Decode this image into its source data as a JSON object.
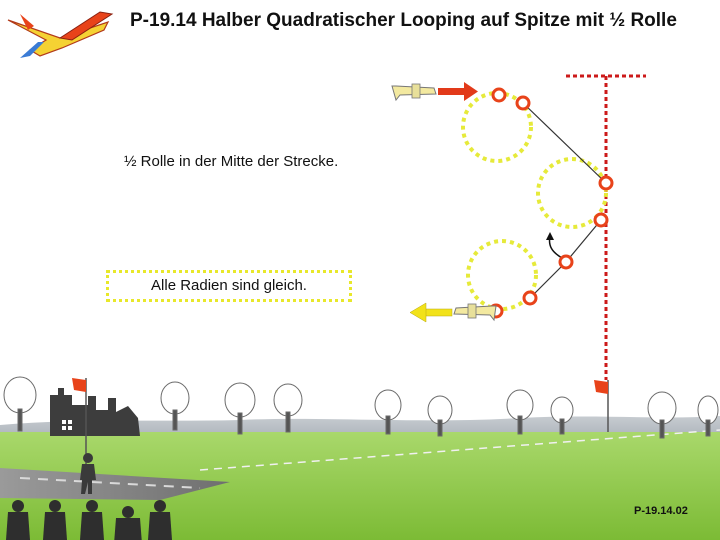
{
  "slide": {
    "title": "P-19.14 Halber Quadratischer Looping auf Spitze mit ½ Rolle",
    "note_roll": "½ Rolle in der Mitte der Strecke.",
    "note_radii": "Alle Radien sind gleich.",
    "code": "P-19.14.02"
  },
  "colors": {
    "sky": "#ffffff",
    "grass": "#8cc63f",
    "runway": "#8a8a8a",
    "loop_dots": "#e6ea3a",
    "marker_ring": "#e8431a",
    "guide_line": "#cc1a1a",
    "arrow_right": "#e23a1a",
    "arrow_left": "#f2e21a",
    "path_line": "#333333"
  },
  "icons": {
    "logo": "model-aircraft-logo-icon",
    "plane": "plane-icon",
    "flag": "windsock-flag-icon",
    "pilot": "pilot-silhouette-icon",
    "judges": "judges-silhouette-icon",
    "trees": "tree-icon",
    "castle": "castle-ruin-icon"
  }
}
